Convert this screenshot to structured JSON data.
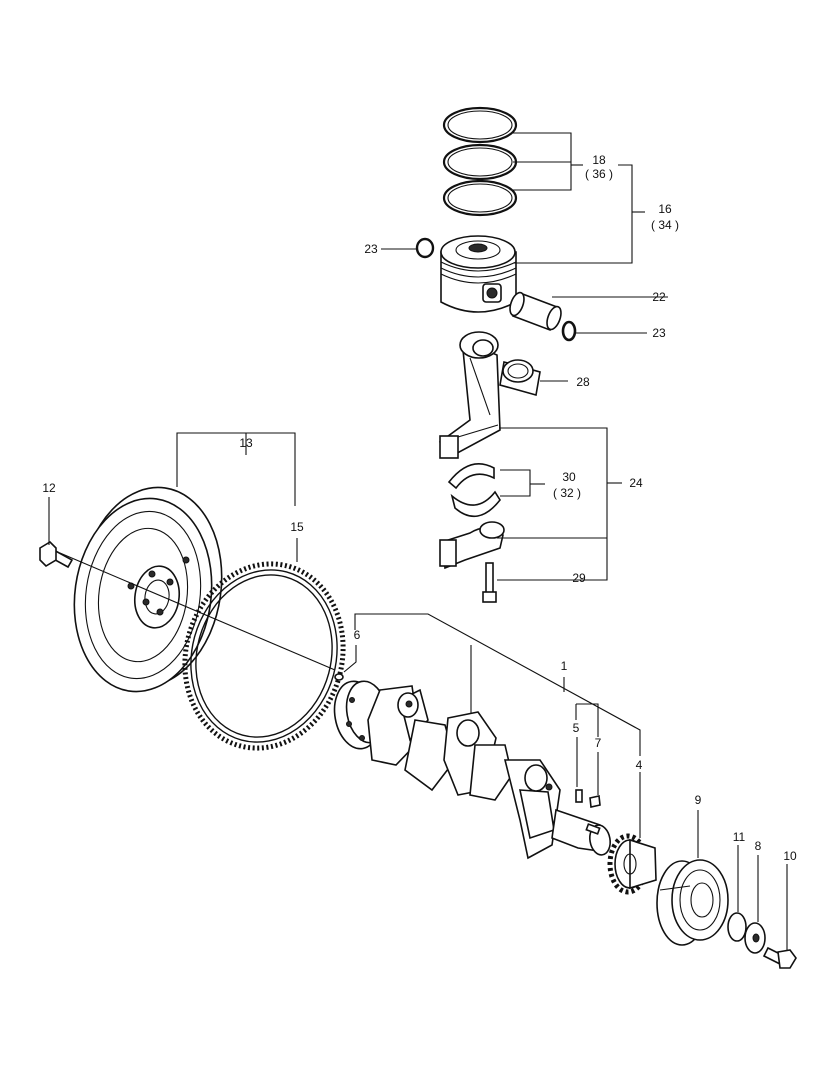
{
  "diagram": {
    "callouts": {
      "c1": "1",
      "c4": "4",
      "c5": "5",
      "c6": "6",
      "c7": "7",
      "c8": "8",
      "c9": "9",
      "c10": "10",
      "c11": "11",
      "c12": "12",
      "c13": "13",
      "c15": "15",
      "c16": "16",
      "c16b": "( 34 )",
      "c18": "18",
      "c18b": "( 36 )",
      "c22": "22",
      "c23a": "23",
      "c23b": "23",
      "c24": "24",
      "c28": "28",
      "c29": "29",
      "c30": "30",
      "c30b": "( 32 )"
    }
  }
}
